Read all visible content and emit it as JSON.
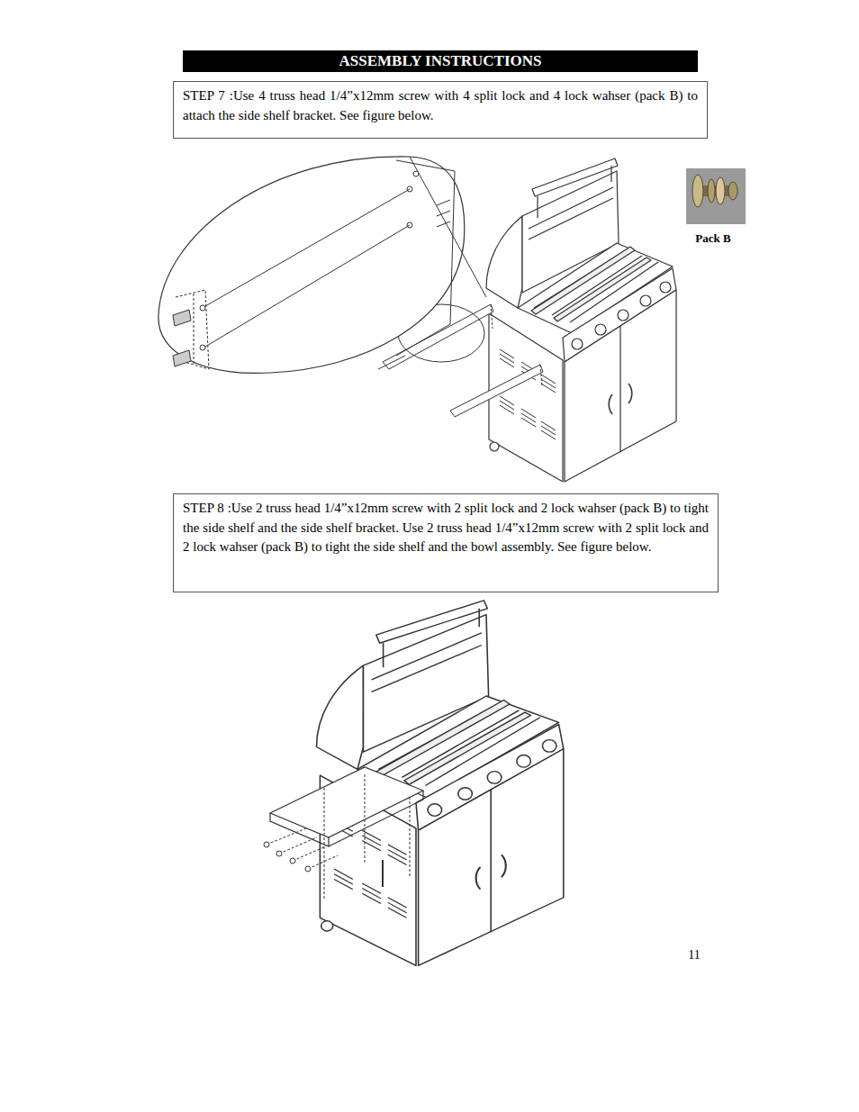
{
  "diagram": {
    "title": "ASSEMBLY INSTRUCTIONS",
    "nodes": [
      {
        "text": [
          "STEP 7 :Use 4 truss head 1/4”x12mm screw with 4 split lock and 4 lock wahser (pack B) to attach the side shelf bracket. See figure below."
        ]
      },
      {
        "text": [
          "STEP 8 :Use 2 truss head 1/4”x12mm screw with 2 split lock and 2 lock wahser (pack B) to tight the side shelf and the side shelf bracket. Use 2 truss head 1/4”x12mm screw with 2 split lock and 2 lock wahser (pack B) to tight the side shelf and the bowl assembly. See figure below."
        ]
      }
    ],
    "labels": [
      "Pack B",
      "11"
    ]
  }
}
